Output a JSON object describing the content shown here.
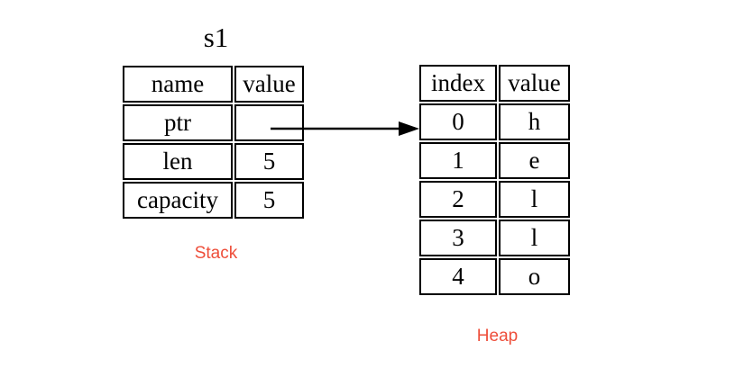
{
  "title": "s1",
  "stack": {
    "label": "Stack",
    "headers": [
      "name",
      "value"
    ],
    "rows": [
      [
        "ptr",
        ""
      ],
      [
        "len",
        "5"
      ],
      [
        "capacity",
        "5"
      ]
    ]
  },
  "heap": {
    "label": "Heap",
    "headers": [
      "index",
      "value"
    ],
    "rows": [
      [
        "0",
        "h"
      ],
      [
        "1",
        "e"
      ],
      [
        "2",
        "l"
      ],
      [
        "3",
        "l"
      ],
      [
        "4",
        "o"
      ]
    ]
  },
  "colors": {
    "label_red": "#ee4e3a",
    "line_black": "#000000",
    "background": "#ffffff"
  },
  "arrow": {
    "from": "stack ptr value cell",
    "to": "heap index 0 row"
  }
}
